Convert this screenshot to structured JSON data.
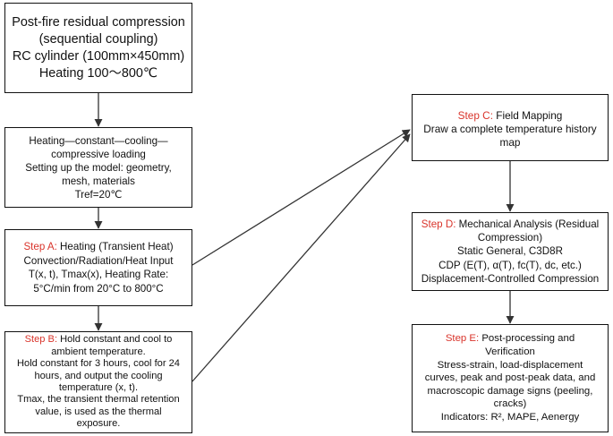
{
  "box1": {
    "lines": [
      "Post-fire residual compression",
      "(sequential coupling)",
      "RC cylinder (100mm×450mm)",
      "Heating 100～800℃"
    ]
  },
  "box2": {
    "lines": [
      "Heating—constant—cooling—",
      "compressive loading",
      "Setting up the model: geometry,",
      "mesh, materials",
      "Tref=20℃"
    ]
  },
  "box3": {
    "step": "Step A:",
    "lines": [
      " Heating (Transient Heat)",
      "Convection/Radiation/Heat Input",
      "T(x, t), Tmax(x), Heating Rate:",
      "5°C/min from 20°C to 800°C"
    ]
  },
  "box4": {
    "step": "Step B:",
    "lines": [
      " Hold constant and cool to",
      "ambient temperature.",
      "Hold constant for 3 hours, cool for 24",
      "hours, and output the cooling",
      "temperature (x, t).",
      "Tmax, the transient thermal retention",
      "value, is used as the thermal",
      "exposure."
    ]
  },
  "box5": {
    "step": "Step C:",
    "lines": [
      " Field Mapping",
      "Draw a complete temperature history",
      "map"
    ]
  },
  "box6": {
    "step": "Step D:",
    "lines": [
      " Mechanical Analysis (Residual",
      "Compression)",
      "Static General, C3D8R",
      "CDP (E(T), α(T), fc(T), dc, etc.)",
      "Displacement-Controlled Compression"
    ]
  },
  "box7": {
    "step": "Step E:",
    "lines": [
      " Post-processing and",
      "Verification",
      "Stress-strain, load-displacement",
      "curves, peak and post-peak data, and",
      "macroscopic damage signs (peeling,",
      "cracks)",
      "Indicators: R², MAPE, Aenergy"
    ]
  },
  "colors": {
    "step_label": "#d9342b",
    "stroke": "#111111"
  }
}
